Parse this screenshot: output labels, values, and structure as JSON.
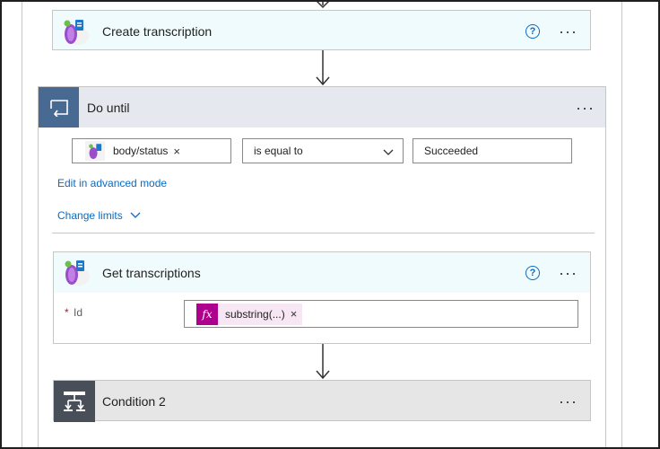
{
  "create_transcription": {
    "title": "Create transcription"
  },
  "do_until": {
    "title": "Do until",
    "condition": {
      "left_token": "body/status",
      "operator": "is equal to",
      "right_value": "Succeeded"
    },
    "advanced_link": "Edit in advanced mode",
    "limits_link": "Change limits"
  },
  "get_transcriptions": {
    "title": "Get transcriptions",
    "id_label": "Id",
    "required_mark": "*",
    "id_token": "substring(...)",
    "fx_label": "fx"
  },
  "condition2": {
    "title": "Condition 2"
  },
  "menu_dots": "···",
  "help_mark": "?",
  "close_mark": "×",
  "colors": {
    "accent_blue": "#0a6ac4",
    "do_until_icon_bg": "#486991",
    "condition_icon_bg": "#484f58",
    "fx_bg": "#ad008c",
    "token_bg_pink": "#f7e6f4"
  }
}
